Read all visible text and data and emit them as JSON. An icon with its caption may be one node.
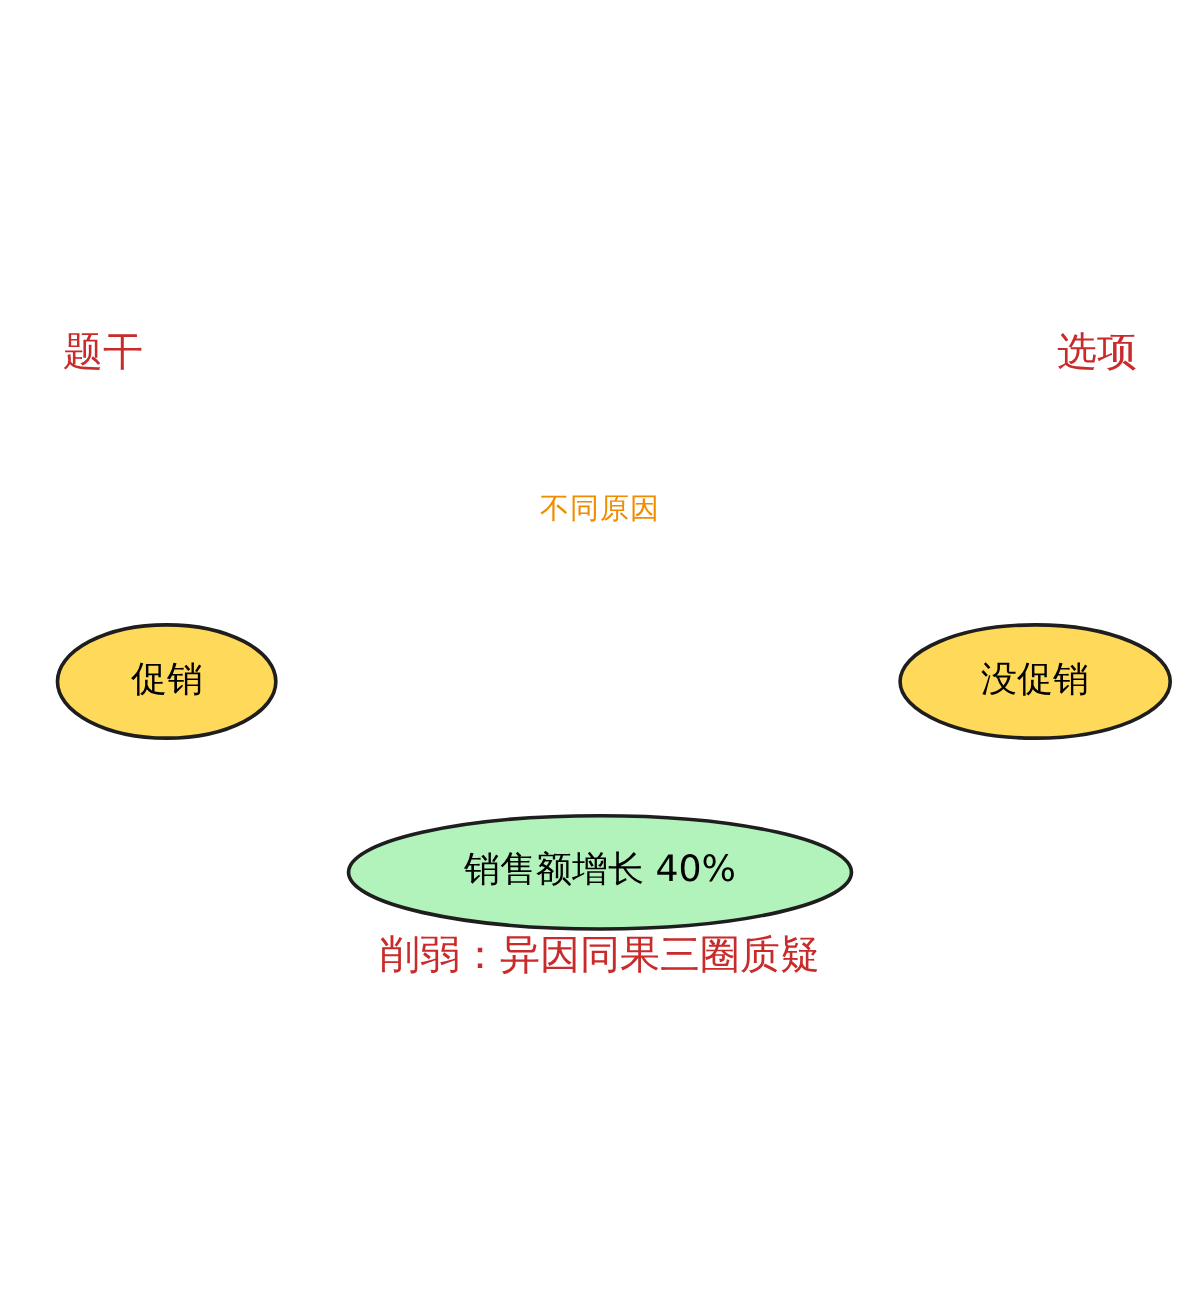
{
  "diagram": {
    "caption": "削弱：异因同果三圈质疑",
    "nodes": [
      {
        "text": [
          "促销"
        ]
      },
      {
        "text": [
          "没促销"
        ]
      },
      {
        "text": [
          "销售额增长 40%"
        ]
      }
    ],
    "edges": [],
    "labels": [
      "题干",
      "选项",
      "不同原因"
    ]
  }
}
